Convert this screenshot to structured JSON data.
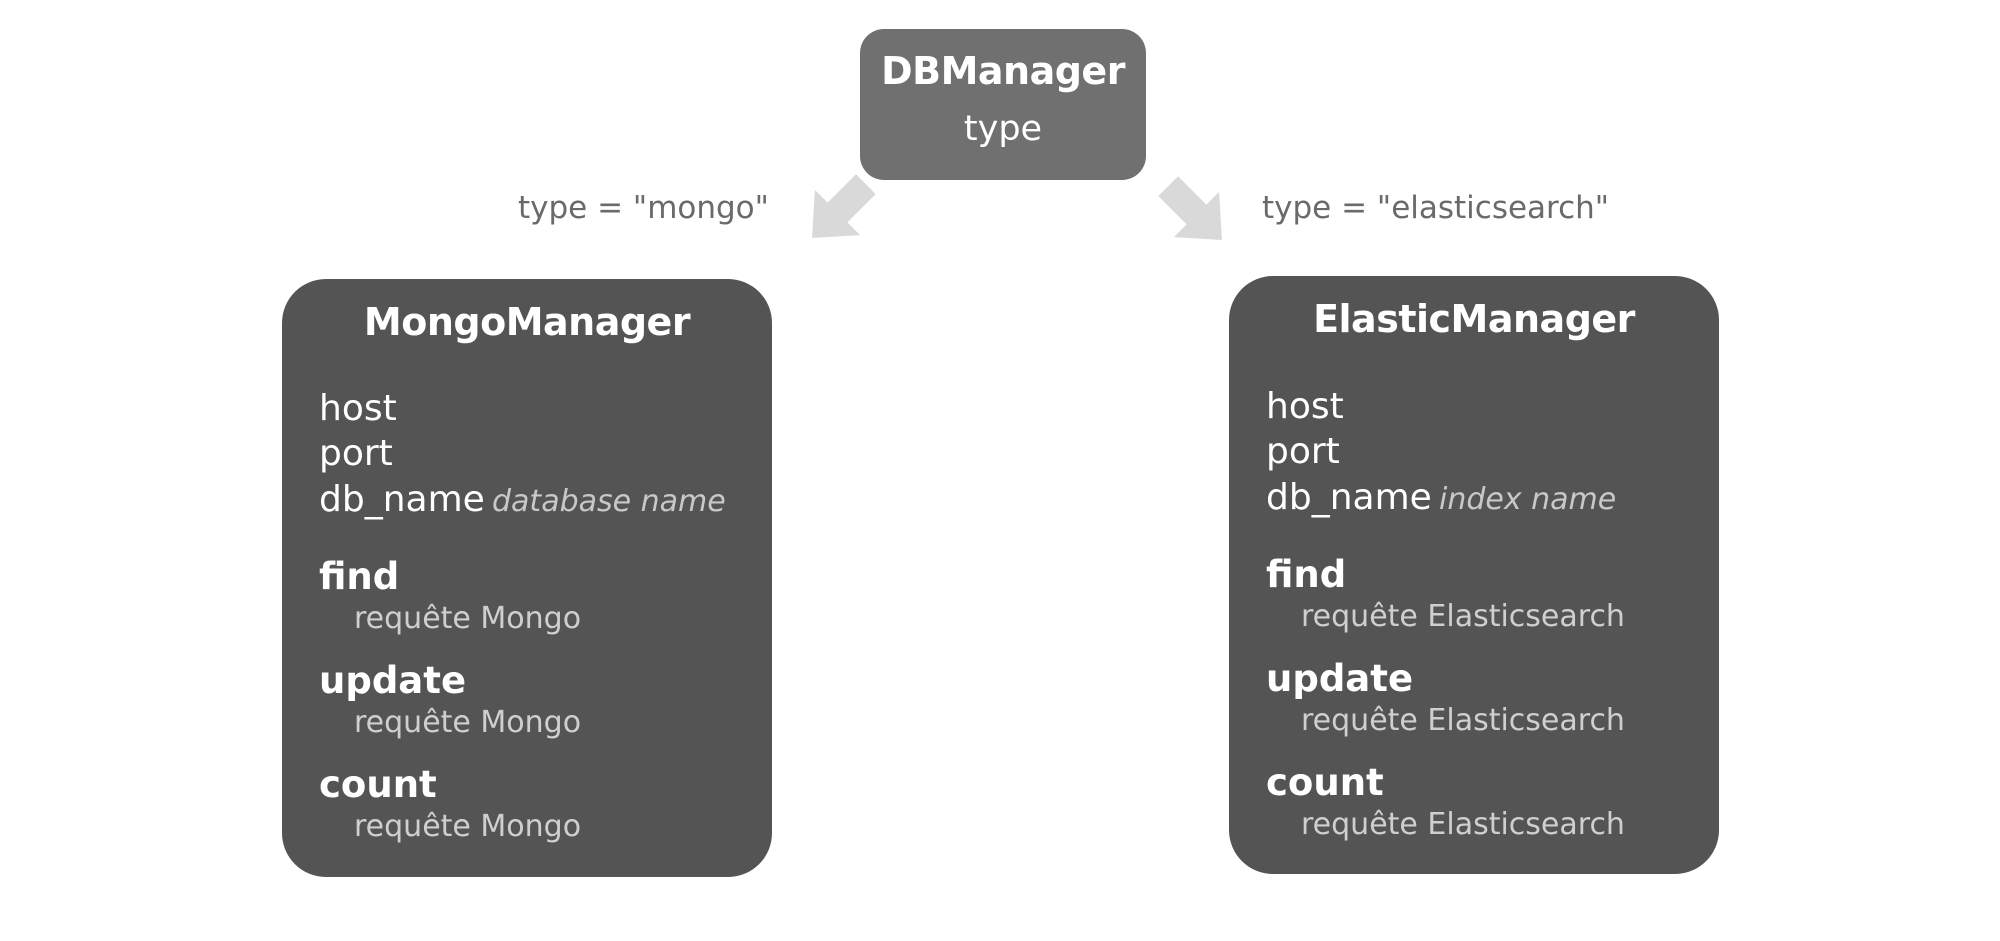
{
  "root": {
    "title": "DBManager",
    "attribute": "type"
  },
  "branches": {
    "mongo": {
      "condition": "type = \"mongo\""
    },
    "elastic": {
      "condition": "type = \"elasticsearch\""
    }
  },
  "mongo_manager": {
    "title": "MongoManager",
    "fields": [
      {
        "name": "host",
        "note": ""
      },
      {
        "name": "port",
        "note": ""
      },
      {
        "name": "db_name",
        "note": "database name"
      }
    ],
    "methods": [
      {
        "name": "find",
        "description": "requête Mongo"
      },
      {
        "name": "update",
        "description": "requête Mongo"
      },
      {
        "name": "count",
        "description": "requête Mongo"
      }
    ]
  },
  "elastic_manager": {
    "title": "ElasticManager",
    "fields": [
      {
        "name": "host",
        "note": ""
      },
      {
        "name": "port",
        "note": ""
      },
      {
        "name": "db_name",
        "note": "index name"
      }
    ],
    "methods": [
      {
        "name": "find",
        "description": "requête Elasticsearch"
      },
      {
        "name": "update",
        "description": "requête Elasticsearch"
      },
      {
        "name": "count",
        "description": "requête Elasticsearch"
      }
    ]
  },
  "colors": {
    "root_box": "#707070",
    "manager_box": "#545454",
    "arrow": "#d9d9d9",
    "label_text": "#6a6a6a"
  }
}
